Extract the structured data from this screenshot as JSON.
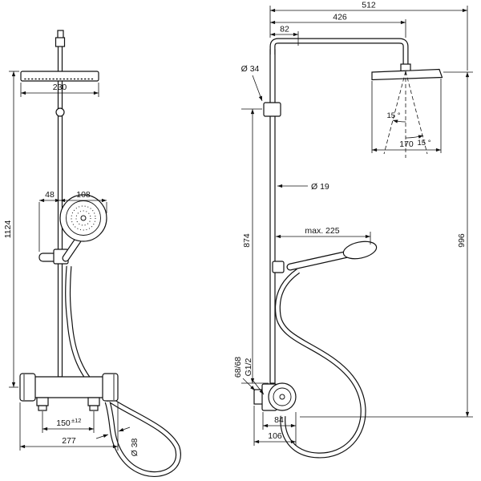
{
  "drawing": {
    "front": {
      "head_width": "230",
      "holder_width": "48",
      "handshower_width": "108",
      "total_height": "1124",
      "supply_spacing": "150",
      "supply_spacing_tol": "±12",
      "valve_width": "277",
      "hose_diameter": "Ø 38"
    },
    "side": {
      "overall_reach": "512",
      "arm_reach": "426",
      "wall_offset": "82",
      "escutcheon_diameter": "Ø 34",
      "tilt_left": "15 °",
      "tilt_right": "15 °",
      "head_depth": "170",
      "pipe_diameter": "Ø 19",
      "bar_height": "874",
      "overall_height": "996",
      "handshower_reach": "max. 225",
      "union_spacing": "68/68",
      "connection_thread": "G1/2",
      "valve_body_depth": "84",
      "valve_total_depth": "106"
    }
  }
}
